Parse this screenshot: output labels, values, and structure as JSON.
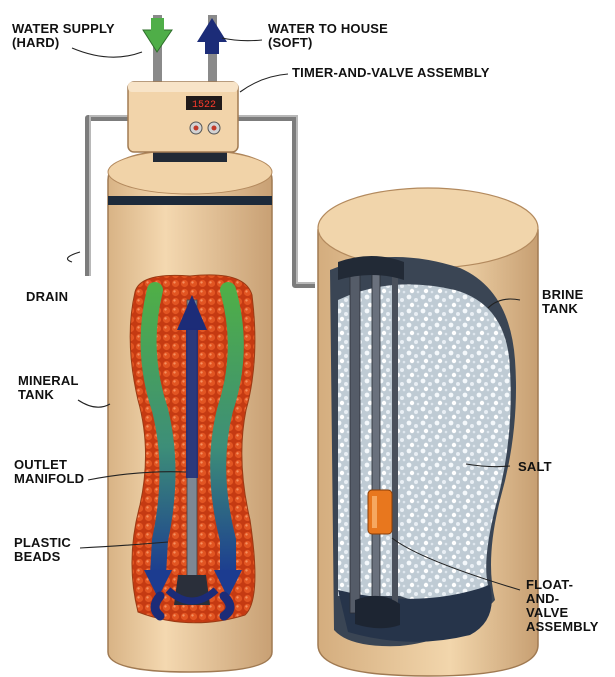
{
  "labels": {
    "water_supply": "WATER SUPPLY\n(HARD)",
    "water_to_house": "WATER TO HOUSE\n(SOFT)",
    "timer_valve": "TIMER-AND-VALVE ASSEMBLY",
    "drain": "DRAIN",
    "brine_tank": "BRINE\nTANK",
    "mineral_tank": "MINERAL\nTANK",
    "outlet_manifold": "OUTLET\nMANIFOLD",
    "salt": "SALT",
    "plastic_beads": "PLASTIC\nBEADS",
    "float_valve": "FLOAT-\nAND-\nVALVE\nASSEMBLY"
  },
  "timer_display": "1522",
  "colors": {
    "tank": "#efcfa3",
    "tank_shadow": "#c99e6f",
    "beads": "#d44418",
    "hard_water": "#4fae48",
    "soft_water": "#1c2c78",
    "pipe": "#7c7c7c",
    "salt": "#d8e2ea",
    "band": "#1d2a3a"
  }
}
